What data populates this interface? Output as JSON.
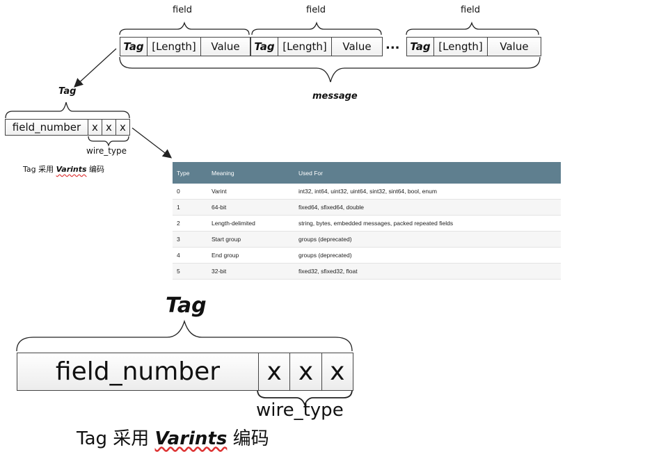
{
  "top": {
    "field_labels": [
      "field",
      "field",
      "field"
    ],
    "fields": [
      {
        "tag": "Tag",
        "length": "[Length]",
        "value": "Value"
      },
      {
        "tag": "Tag",
        "length": "[Length]",
        "value": "Value"
      },
      {
        "tag": "Tag",
        "length": "[Length]",
        "value": "Value"
      }
    ],
    "ellipsis": "...",
    "message_label": "message"
  },
  "small_tag": {
    "label": "Tag",
    "field_number": "field_number",
    "bits": [
      "x",
      "x",
      "x"
    ],
    "wire_type": "wire_type",
    "caption_prefix": "Tag 采用",
    "caption_varints": "Varints",
    "caption_suffix": "编码"
  },
  "table": {
    "headers": [
      "Type",
      "Meaning",
      "Used For"
    ],
    "rows": [
      [
        "0",
        "Varint",
        "int32, int64, uint32, uint64, sint32, sint64, bool, enum"
      ],
      [
        "1",
        "64-bit",
        "fixed64, sfixed64, double"
      ],
      [
        "2",
        "Length-delimited",
        "string, bytes, embedded messages, packed repeated fields"
      ],
      [
        "3",
        "Start group",
        "groups (deprecated)"
      ],
      [
        "4",
        "End group",
        "groups (deprecated)"
      ],
      [
        "5",
        "32-bit",
        "fixed32, sfixed32, float"
      ]
    ],
    "header_color": "#5f7f8f"
  },
  "big_tag": {
    "label": "Tag",
    "field_number": "field_number",
    "bits": [
      "x",
      "x",
      "x"
    ],
    "wire_type": "wire_type",
    "caption_prefix": "Tag 采用",
    "caption_varints": "Varints",
    "caption_suffix": "编码"
  }
}
